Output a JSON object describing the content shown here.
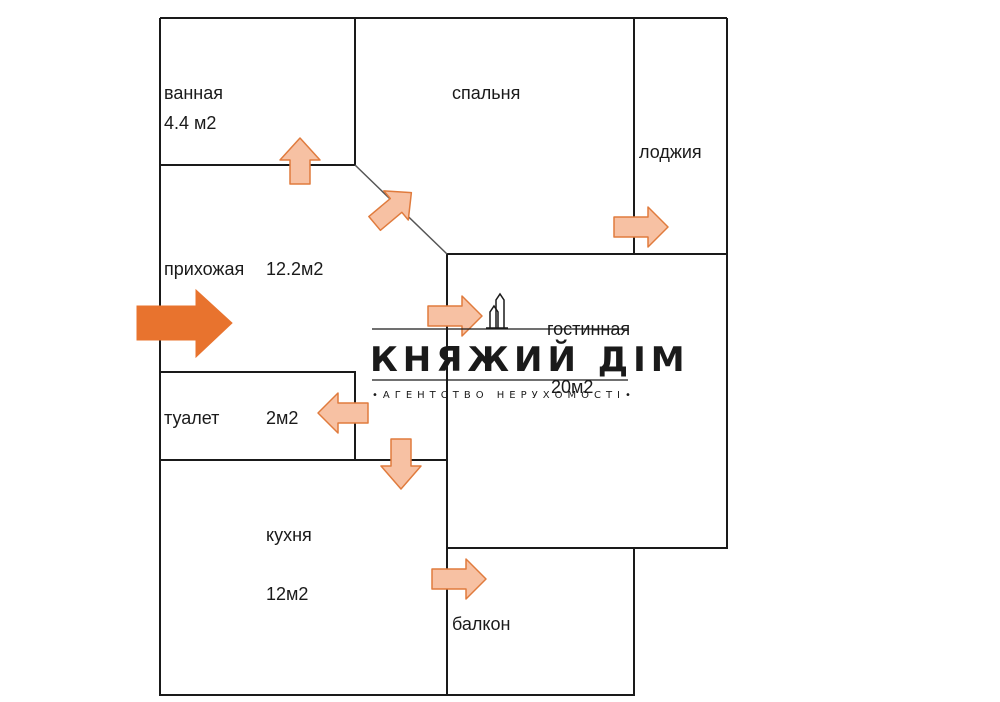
{
  "colors": {
    "wall": "#1a1a1a",
    "arrow_fill": "#f7c1a3",
    "arrow_stroke": "#e07b3d",
    "entrance_arrow": "#e8732e"
  },
  "rooms": {
    "bathroom": {
      "name": "ванная",
      "area": "4.4 м2"
    },
    "bedroom": {
      "name": "спальня"
    },
    "loggia": {
      "name": "лоджия"
    },
    "hallway": {
      "name": "прихожая",
      "area": "12.2м2"
    },
    "living_room": {
      "name": "гостинная",
      "area": "20м2"
    },
    "toilet": {
      "name": "туалет",
      "area": "2м2"
    },
    "kitchen": {
      "name": "кухня",
      "area": "12м2"
    },
    "balcony": {
      "name": "балкон"
    }
  },
  "watermark": {
    "icon": "castle-icon",
    "title": "КНЯЖИЙ ДІМ",
    "subtitle": "•АГЕНТСТВО НЕРУХОМОСТІ•"
  }
}
